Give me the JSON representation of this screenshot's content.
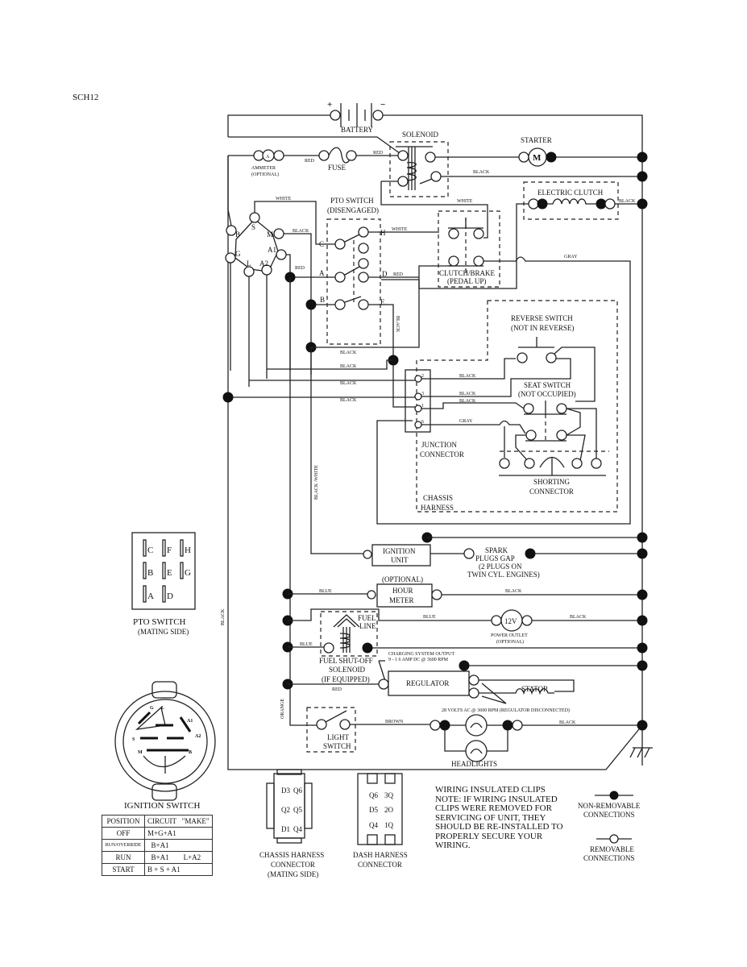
{
  "page_code": "SCH12",
  "components": {
    "battery": {
      "label": "BATTERY",
      "plus": "+",
      "minus": "−"
    },
    "solenoid": {
      "label": "SOLENOID"
    },
    "starter": {
      "label": "STARTER",
      "symbol": "M"
    },
    "ammeter": {
      "label": "AMMETER",
      "sub": "(OPTIONAL)",
      "symbol": "A"
    },
    "fuse": {
      "label": "FUSE"
    },
    "electric_clutch": {
      "label": "ELECTRIC CLUTCH"
    },
    "pto_switch": {
      "label": "PTO SWITCH",
      "sub": "(DISENGAGED)",
      "terminals": [
        "C",
        "H",
        "A",
        "D",
        "B",
        "E"
      ]
    },
    "clutch_brake": {
      "label": "CLUTCH/BRAKE",
      "sub": "(PEDAL UP)"
    },
    "ignition_terminals": [
      "S",
      "B",
      "M",
      "G",
      "A1",
      "L",
      "A2"
    ],
    "reverse_switch": {
      "label": "REVERSE SWITCH",
      "sub": "(NOT IN REVERSE)"
    },
    "seat_switch": {
      "label": "SEAT SWITCH",
      "sub": "(NOT OCCUPIED)"
    },
    "shorting_connector": {
      "label": "SHORTING",
      "sub": "CONNECTOR"
    },
    "junction_connector": {
      "label": "JUNCTION",
      "sub": "CONNECTOR",
      "pins": [
        "2",
        "3",
        "1",
        "6"
      ]
    },
    "chassis_harness": {
      "label": "CHASSIS",
      "sub": "HARNESS"
    },
    "ignition_unit": {
      "label": "IGNITION",
      "sub": "UNIT"
    },
    "spark_plugs": {
      "lines": [
        "SPARK",
        "PLUGS GAP",
        "(2 PLUGS ON",
        "TWIN CYL. ENGINES)"
      ]
    },
    "hour_meter": {
      "optional": "(OPTIONAL)",
      "label": "HOUR",
      "sub": "METER"
    },
    "power_outlet": {
      "symbol": "12V",
      "label": "POWER OUTLET",
      "sub": "(OPTIONAL)"
    },
    "fuel_solenoid": {
      "fuel": "FUEL",
      "line": "LINE",
      "lines": [
        "FUEL SHUT-OFF",
        "SOLENOID",
        "(IF EQUIPPED)"
      ]
    },
    "charging_output": {
      "line1": "CHARGING SYSTEM OUTPUT",
      "line2": "9 - 1 6 AMP DC @ 3600 RPM"
    },
    "regulator": {
      "label": "REGULATOR"
    },
    "stator": {
      "label": "STATOR",
      "note": "28 VOLTS AC @ 3600 RPM (REGULATOR DISCONNECTED)"
    },
    "light_switch": {
      "label": "LIGHT",
      "sub": "SWITCH"
    },
    "headlights": {
      "label": "HEADLIGHTS"
    }
  },
  "wire_labels": {
    "red": "RED",
    "black": "BLACK",
    "white": "WHITE",
    "gray": "GRAY",
    "blue": "BLUE",
    "brown": "BROWN",
    "orange": "ORANGE",
    "black_white": "BLACK /WHITE"
  },
  "pto_mating": {
    "title": "PTO SWITCH",
    "sub": "(MATING SIDE)",
    "rows": [
      [
        "C",
        "F",
        "H"
      ],
      [
        "B",
        "E",
        "G"
      ],
      [
        "A",
        "D"
      ]
    ]
  },
  "ignition_switch": {
    "title": "IGNITION SWITCH",
    "face_labels": [
      "G",
      "L",
      "A1",
      "S",
      "A2",
      "M",
      "B"
    ],
    "table": {
      "headers": [
        "POSITION",
        "CIRCUIT",
        "\"MAKE\""
      ],
      "rows": [
        {
          "position": "OFF",
          "circuit": "M+G+A1",
          "extra": ""
        },
        {
          "position": "RUN/OVERRIDE",
          "circuit": "B+A1",
          "extra": ""
        },
        {
          "position": "RUN",
          "circuit": "B+A1",
          "extra": "L+A2"
        },
        {
          "position": "START",
          "circuit": "B + S + A1",
          "extra": ""
        }
      ]
    }
  },
  "chassis_connector": {
    "pins": [
      "D3",
      "Q6",
      "Q2",
      "Q5",
      "D1",
      "Q4"
    ],
    "lines": [
      "CHASSIS HARNESS",
      "CONNECTOR",
      "(MATING SIDE)"
    ]
  },
  "dash_connector": {
    "pins": [
      "Q6",
      "3Q",
      "D5",
      "2O",
      "Q4",
      "1Q"
    ],
    "lines": [
      "DASH HARNESS",
      "CONNECTOR"
    ]
  },
  "note": {
    "text": "WIRING INSULATED CLIPS\nNOTE:  IF WIRING INSULATED\nCLIPS WERE REMOVED FOR\nSERVICING OF UNIT, THEY\nSHOULD BE RE-INSTALLED TO\nPROPERLY SECURE YOUR\nWIRING."
  },
  "legend": {
    "non_removable": [
      "NON-REMOVABLE",
      "CONNECTIONS"
    ],
    "removable": [
      "REMOVABLE",
      "CONNECTIONS"
    ]
  }
}
